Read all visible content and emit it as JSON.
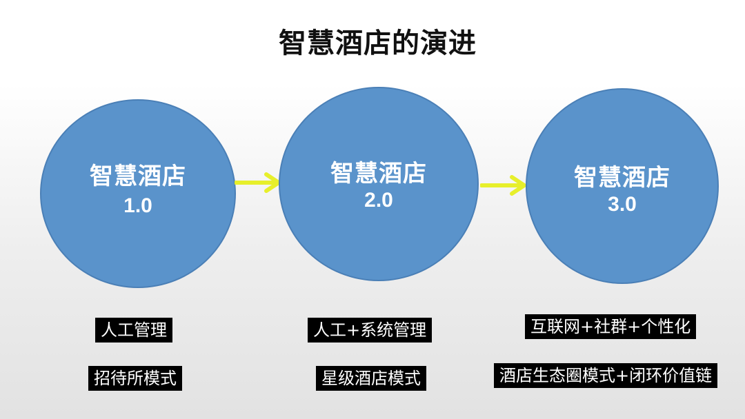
{
  "title": "智慧酒店的演进",
  "stages": [
    {
      "name": "智慧酒店",
      "version": "1.0",
      "labels": [
        "人工管理",
        "招待所模式"
      ]
    },
    {
      "name": "智慧酒店",
      "version": "2.0",
      "labels": [
        "人工+系统管理",
        "星级酒店模式"
      ]
    },
    {
      "name": "智慧酒店",
      "version": "3.0",
      "labels": [
        "互联网+社群+个性化",
        "酒店生态圈模式+闭环价值链"
      ]
    }
  ],
  "colors": {
    "circle_fill": "#5a93cb",
    "circle_border": "#4a7fb6",
    "arrow": "#e7ef2b",
    "label_bg": "#000000",
    "label_text": "#ffffff"
  }
}
